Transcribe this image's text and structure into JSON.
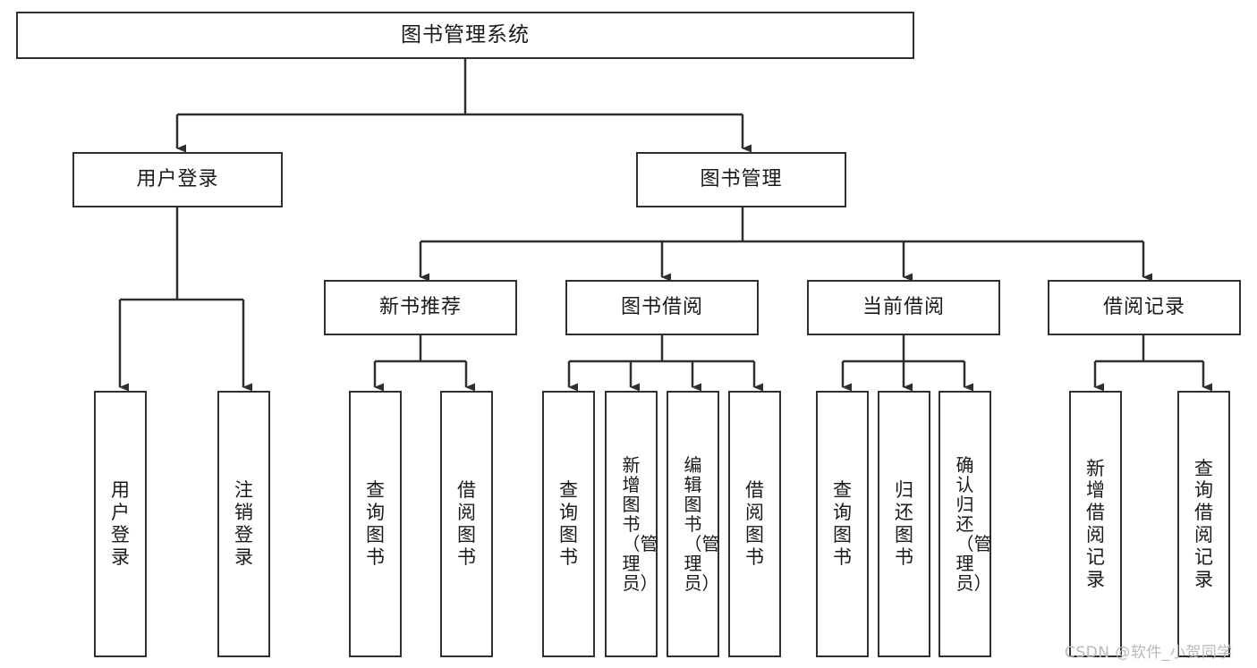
{
  "diagram": {
    "title": "图书管理系统",
    "type": "tree-hierarchy",
    "root": {
      "label": "图书管理系统"
    },
    "level2": [
      {
        "label": "用户登录"
      },
      {
        "label": "图书管理"
      }
    ],
    "level3": [
      {
        "label": "新书推荐"
      },
      {
        "label": "图书借阅"
      },
      {
        "label": "当前借阅"
      },
      {
        "label": "借阅记录"
      }
    ],
    "leaves": {
      "user_login": [
        {
          "label": "用户登录"
        },
        {
          "label": "注销登录"
        }
      ],
      "new_book_recommend": [
        {
          "label": "查询图书"
        },
        {
          "label": "借阅图书"
        }
      ],
      "book_borrow": [
        {
          "label": "查询图书"
        },
        {
          "label": "新增图书（管理员）"
        },
        {
          "label": "编辑图书（管理员）"
        },
        {
          "label": "借阅图书"
        }
      ],
      "current_borrow": [
        {
          "label": "查询图书"
        },
        {
          "label": "归还图书"
        },
        {
          "label": "确认归还（管理员）"
        }
      ],
      "borrow_record": [
        {
          "label": "新增借阅记录"
        },
        {
          "label": "查询借阅记录"
        }
      ]
    }
  },
  "watermark": {
    "text": "CSDN @软件_小贺同学"
  },
  "colors": {
    "stroke": "#2f2f2f",
    "fill": "#ffffff",
    "text": "#1a1a1a",
    "watermark": "#b9b9b9"
  }
}
